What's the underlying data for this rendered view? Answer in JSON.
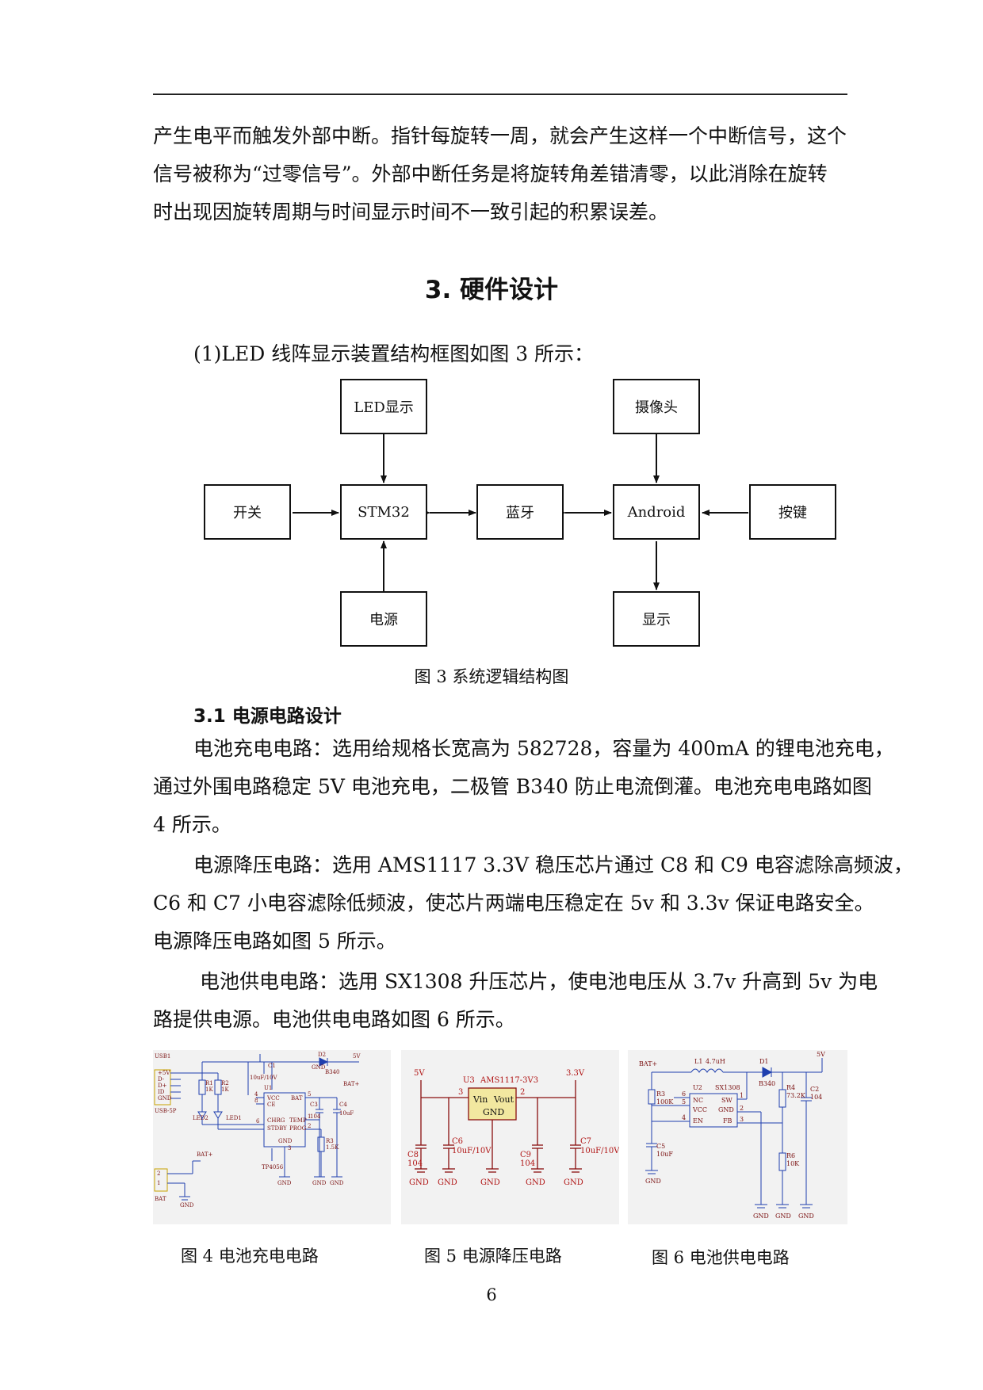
{
  "body": {
    "intro_lines": [
      "产生电平而触发外部中断。指针每旋转一周，就会产生这样一个中断信号，这个",
      "信号被称为“过零信号”。外部中断任务是将旋转角差错清零，以此消除在旋转",
      "时出现因旋转周期与时间显示时间不一致引起的积累误差。"
    ],
    "section_title": "3. 硬件设计",
    "diagram_intro": "(1)LED 线阵显示装置结构框图如图 3 所示：",
    "subsection_title": "3.1 电源电路设计",
    "para_charge": [
      "电池充电电路：选用给规格长宽高为 582728，容量为 400mA 的锂电池充电，",
      "通过外围电路稳定 5V 电池充电，二极管 B340 防止电流倒灌。电池充电电路如图",
      "4 所示。"
    ],
    "para_step_down": [
      "电源降压电路：选用 AMS1117 3.3V 稳压芯片通过 C8 和 C9 电容滤除高频波，",
      "C6 和 C7 小电容滤除低频波，使芯片两端电压稳定在 5v 和 3.3v 保证电路安全。",
      "电源降压电路如图 5 所示。"
    ],
    "para_supply": [
      "电池供电电路：选用 SX1308 升压芯片，使电池电压从 3.7v 升高到 5v 为电",
      "路提供电源。电池供电电路如图 6 所示。"
    ]
  },
  "diagram": {
    "nodes": {
      "led_display": "LED显示",
      "camera": "摄像头",
      "switch": "开关",
      "stm32": "STM32",
      "bluetooth": "蓝牙",
      "android": "Android",
      "keys": "按键",
      "power": "电源",
      "display": "显示"
    },
    "caption": "图 3 系统逻辑结构图"
  },
  "figures": {
    "fig4_caption": "图 4 电池充电电路",
    "fig5_caption": "图 5 电源降压电路",
    "fig6_caption": "图 6 电池供电电路",
    "fig4_labels": {
      "usb": "USB1",
      "usb_pins": [
        "+5V",
        "D-",
        "D+",
        "ID",
        "GND"
      ],
      "usb_type": "USB-5P",
      "r1": "R1",
      "r1v": "1K",
      "r2": "R2",
      "r2v": "1K",
      "c1": "C1",
      "c1v": "10uF/10V",
      "d2": "D2",
      "d2v": "B340",
      "v5": "5V",
      "u1": "U1",
      "vcc": "VCC",
      "ce": "CE",
      "bat": "BAT",
      "chrg": "CHRG",
      "stdby": "STDBY",
      "temp": "TEMP",
      "prog": "PROG",
      "gnd_pin": "GND",
      "chip": "TP4056",
      "c3": "C3",
      "c3v": "104",
      "c4": "C4",
      "c4v": "10uF",
      "r3": "R3",
      "r3v": "1.5K",
      "led1": "LED1",
      "led2": "LED2",
      "batp": "BAT+",
      "batp2": "BAT+",
      "bat_conn": "BAT",
      "gnd": "GND",
      "pins": [
        "1",
        "2",
        "3",
        "4",
        "5",
        "6",
        "8",
        "2"
      ]
    },
    "fig5_labels": {
      "v5": "5V",
      "v33": "3.3V",
      "u3": "U3",
      "chip": "AMS1117-3V3",
      "vin": "Vin",
      "vout": "Vout",
      "gnd_pin": "GND",
      "pin3": "3",
      "pin2": "2",
      "c8": "C8",
      "c8v": "104",
      "c6": "C6",
      "c6v": "10uF/10V",
      "c9": "C9",
      "c9v": "104",
      "c7": "C7",
      "c7v": "10uF/10V",
      "gnd": "GND"
    },
    "fig6_labels": {
      "batp": "BAT+",
      "l1": "L1",
      "l1v": "4.7uH",
      "d1": "D1",
      "d1v": "B340",
      "v5": "5V",
      "r3": "R3",
      "r3v": "100K",
      "u2": "U2",
      "chip": "SX1308",
      "nc": "NC",
      "sw": "SW",
      "vcc": "VCC",
      "gnd_pin": "GND",
      "en": "EN",
      "fb": "FB",
      "pins": [
        "6",
        "5",
        "4",
        "1",
        "2",
        "3"
      ],
      "r4": "R4",
      "r4v": "73.2K",
      "c2": "C2",
      "c2v": "104",
      "r6": "R6",
      "r6v": "10K",
      "c5": "C5",
      "c5v": "10uF",
      "gnd": "GND"
    }
  },
  "page_number": "6"
}
